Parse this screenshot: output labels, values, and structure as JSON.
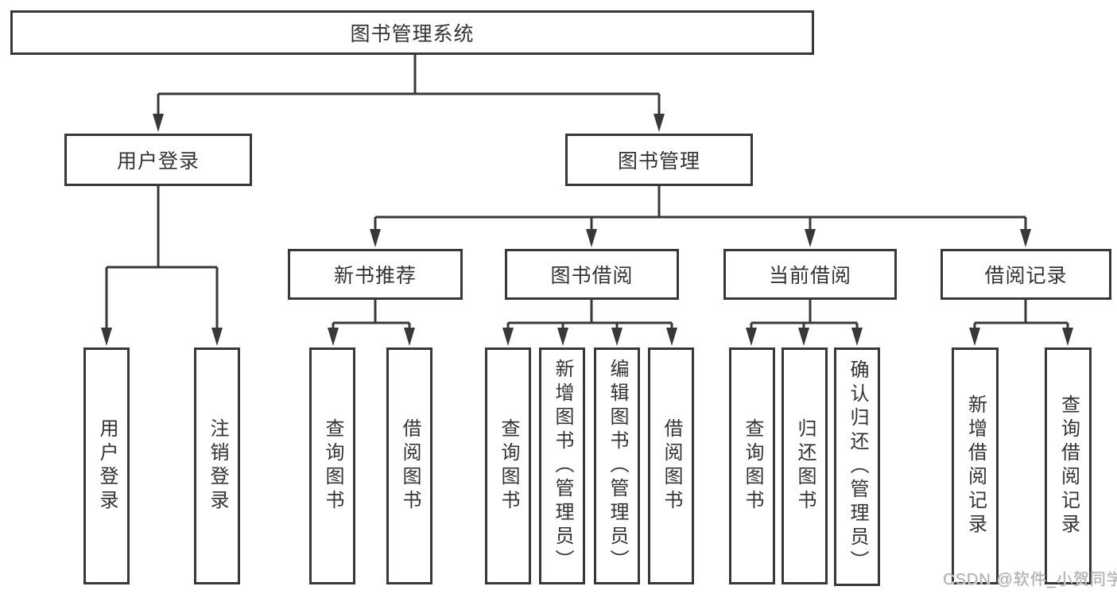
{
  "diagram": {
    "root": "图书管理系统",
    "level2": [
      {
        "label": "用户登录"
      },
      {
        "label": "图书管理"
      }
    ],
    "level3": [
      {
        "label": "新书推荐"
      },
      {
        "label": "图书借阅"
      },
      {
        "label": "当前借阅"
      },
      {
        "label": "借阅记录"
      }
    ],
    "leaves": {
      "user": [
        "用户登录",
        "注销登录"
      ],
      "recommend": [
        "查询图书",
        "借阅图书"
      ],
      "borrow": [
        "查询图书",
        "新增图书（管理员）",
        "编辑图书（管理员）",
        "借阅图书"
      ],
      "current": [
        "查询图书",
        "归还图书",
        "确认归还（管理员）"
      ],
      "records": [
        "新增借阅记录",
        "查询借阅记录"
      ]
    }
  },
  "watermark": "CSDN @软件_小贺同学",
  "colors": {
    "line": "#383838",
    "text": "#333333",
    "watermark": "#b0b0b0",
    "background": "#ffffff"
  }
}
